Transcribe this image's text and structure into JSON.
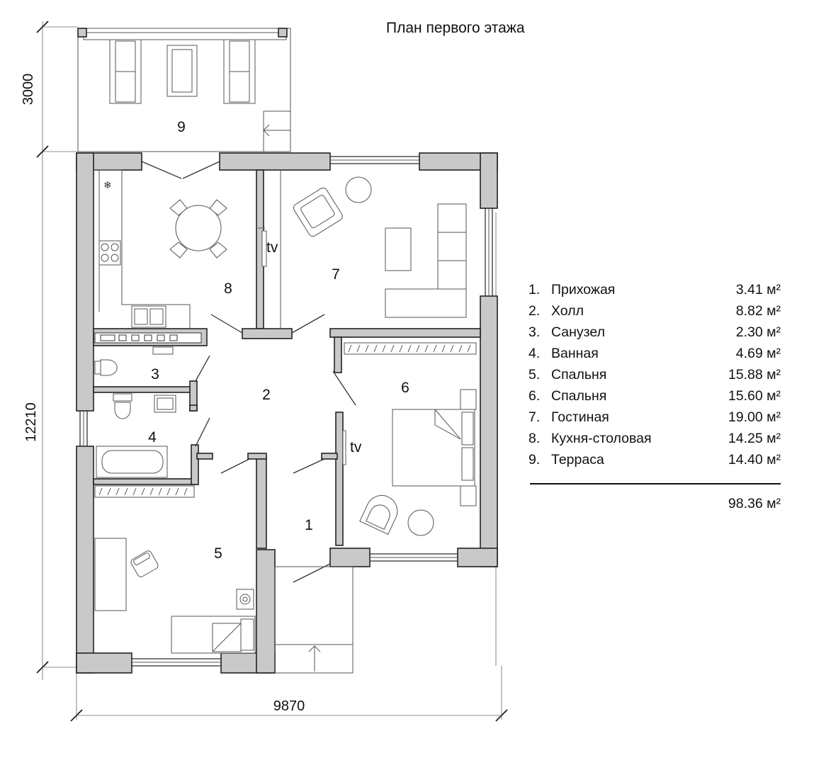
{
  "title": "План первого этажа",
  "dimensions": {
    "width": "9870",
    "height": "12210",
    "terrace_depth": "3000"
  },
  "room_numbers": [
    "1",
    "2",
    "3",
    "4",
    "5",
    "6",
    "7",
    "8",
    "9"
  ],
  "tv_labels": [
    "tv",
    "tv"
  ],
  "legend": [
    {
      "num": "1.",
      "name": "Прихожая",
      "area": "3.41 м²"
    },
    {
      "num": "2.",
      "name": "Холл",
      "area": "8.82 м²"
    },
    {
      "num": "3.",
      "name": "Санузел",
      "area": "2.30 м²"
    },
    {
      "num": "4.",
      "name": "Ванная",
      "area": "4.69 м²"
    },
    {
      "num": "5.",
      "name": "Спальня",
      "area": "15.88 м²"
    },
    {
      "num": "6.",
      "name": "Спальня",
      "area": "15.60 м²"
    },
    {
      "num": "7.",
      "name": "Гостиная",
      "area": "19.00 м²"
    },
    {
      "num": "8.",
      "name": "Кухня-столовая",
      "area": "14.25 м²"
    },
    {
      "num": "9.",
      "name": "Терраса",
      "area": "14.40 м²"
    }
  ],
  "total_area": "98.36 м²",
  "colors": {
    "wall": "#c9c9c9",
    "line": "#222222"
  }
}
